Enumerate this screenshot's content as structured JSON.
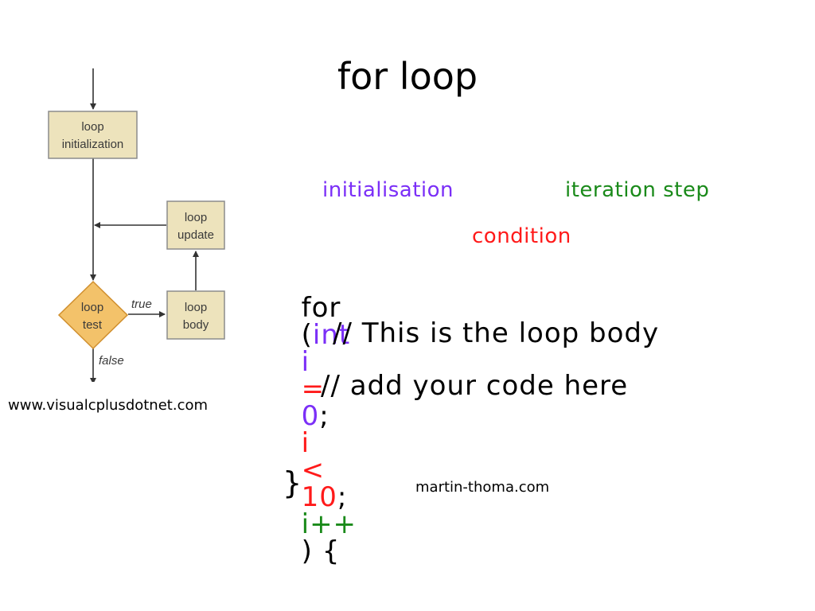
{
  "slide": {
    "title": "for loop",
    "credit_left": "www.visualcplusdotnet.com",
    "credit_right": "martin-thoma.com"
  },
  "flowchart": {
    "nodes": {
      "init": [
        "loop",
        "initialization"
      ],
      "update": [
        "loop",
        "update"
      ],
      "test": [
        "loop",
        "test"
      ],
      "body": [
        "loop",
        "body"
      ]
    },
    "edges": {
      "true_label": "true",
      "false_label": "false"
    },
    "colors": {
      "box_fill": "#ede3bc",
      "box_stroke": "#8c8c8c",
      "diamond_fill": "#f3c26a",
      "diamond_stroke": "#d08f2e",
      "line": "#333333"
    }
  },
  "code_annotation": {
    "labels": {
      "initialisation": "initialisation",
      "iteration_step": "iteration step",
      "condition": "condition"
    },
    "line1": {
      "for_kw": "for",
      "open_paren": "(",
      "int_kw": "int",
      "i1": "i",
      "eq": "=",
      "zero": "0",
      "semi1": ";",
      "i2": "i",
      "lt": "<",
      "ten": "10",
      "semi2": ";",
      "inc": "i++",
      "close_brace": ") {"
    },
    "comment1": "// This is the loop body",
    "comment2": "// add your code here",
    "closing_brace": "}",
    "colors": {
      "initialisation": "#7b2ff7",
      "iteration": "#1a8a1a",
      "condition": "#ff1a1a",
      "code": "#000000"
    }
  }
}
